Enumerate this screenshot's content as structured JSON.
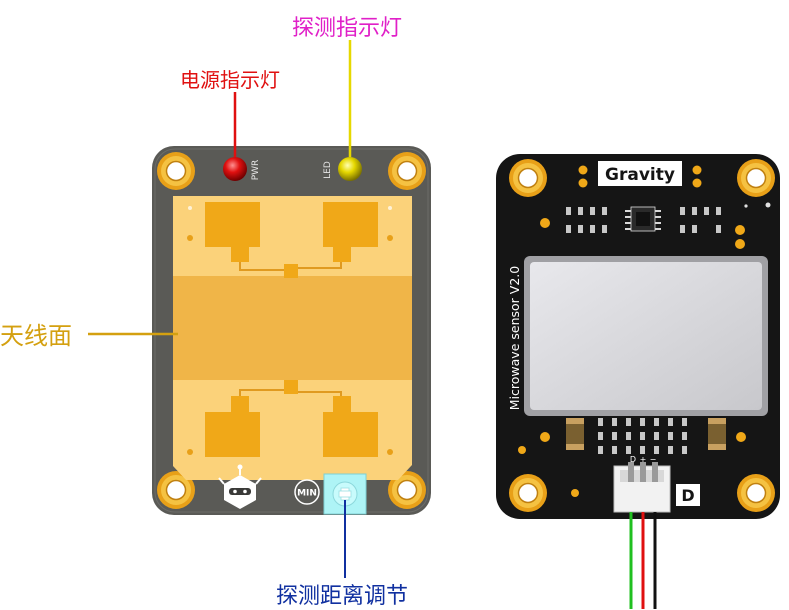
{
  "labels": {
    "detect_indicator": "探测指示灯",
    "power_indicator": "电源指示灯",
    "antenna_face": "天线面",
    "distance_adjust": "探测距离调节"
  },
  "left_board": {
    "pwr_text": "PWR",
    "led_text": "LED",
    "min_text": "MIN"
  },
  "right_board": {
    "brand": "Gravity",
    "model": "Microwave sensor V2.0",
    "pin_d": "D",
    "pin_plus": "+",
    "pin_minus": "−",
    "port_label": "D"
  },
  "colors": {
    "detect_label": "#e020c8",
    "power_label": "#e01010",
    "antenna_label": "#d4a010",
    "distance_label": "#1030a0",
    "board_left": "#5a5a56",
    "board_right": "#151515",
    "antenna_gold": "#fbd27a",
    "pad_gold": "#f0a818",
    "knob_cyan": "#aef4f6"
  }
}
